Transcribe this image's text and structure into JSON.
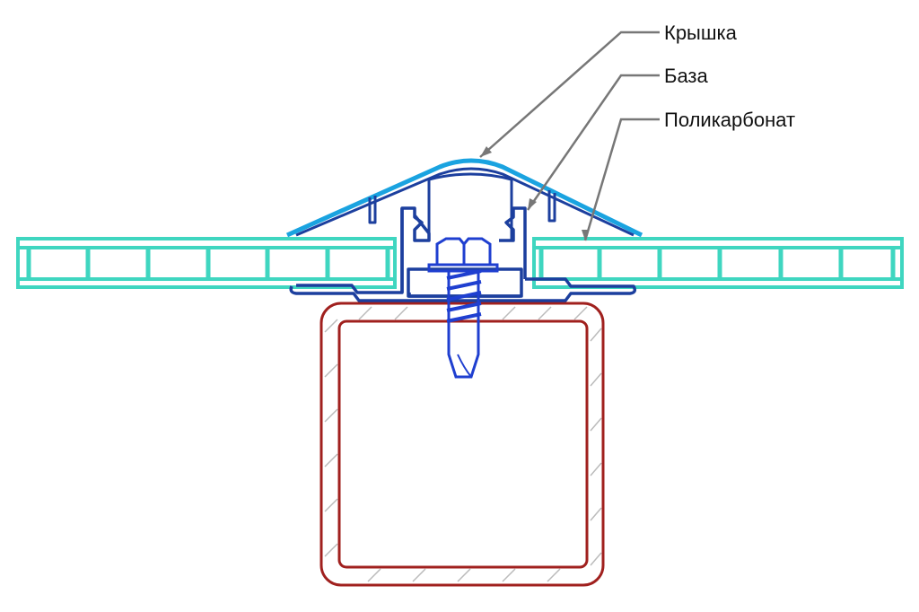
{
  "labels": {
    "cap": "Крышка",
    "base": "База",
    "polycarbonate": "Поликарбонат"
  },
  "colors": {
    "cap": "#1aa3e0",
    "base": "#1c3f9e",
    "polycarbonate": "#3fd6c0",
    "tube": "#a0201e",
    "screw": "#1f3fd0",
    "leader": "#777777"
  }
}
